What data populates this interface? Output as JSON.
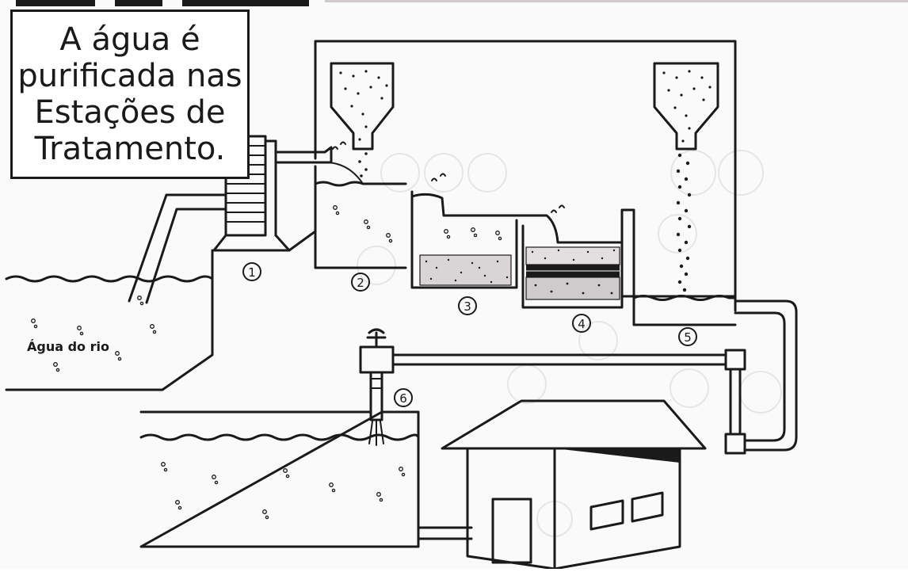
{
  "title": {
    "lines": [
      "A água é",
      "purificada nas",
      "Estações de",
      "Tratamento."
    ]
  },
  "river_label": "Água do rio",
  "steps": [
    "1",
    "2",
    "3",
    "4",
    "5",
    "6"
  ],
  "colors": {
    "ink": "#1a1a1a",
    "paper": "#fbfafb",
    "ghost_background": "#e8e4e6",
    "sediment": "#d9d4d6"
  }
}
